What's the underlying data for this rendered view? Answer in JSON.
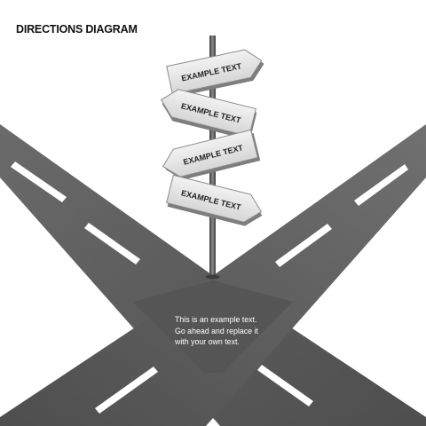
{
  "title": "DIRECTIONS DIAGRAM",
  "signs": [
    {
      "label": "EXAMPLE TEXT",
      "direction": "right"
    },
    {
      "label": "EXAMPLE TEXT",
      "direction": "left"
    },
    {
      "label": "EXAMPLE TEXT",
      "direction": "left"
    },
    {
      "label": "EXAMPLE TEXT",
      "direction": "right"
    }
  ],
  "body_text": [
    "This is an example text.",
    "Go ahead and replace it",
    "with your own text."
  ],
  "colors": {
    "road": "#575757",
    "road_light": "#6e6e6e",
    "lane_marking": "#ffffff",
    "sign_face": "#e4e4e4",
    "sign_edge": "#8a8a8a",
    "pole": "#4a4a4a",
    "title": "#111111"
  }
}
